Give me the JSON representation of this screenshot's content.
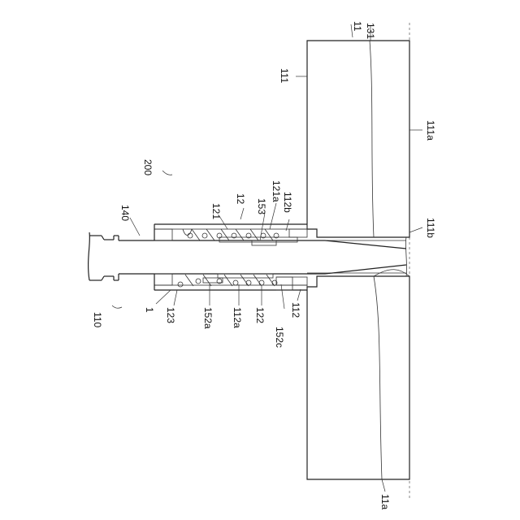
{
  "labels": {
    "l11": "11",
    "l131": "131",
    "l111": "111",
    "l111a": "111a",
    "l111b": "111b",
    "l11a_bottom": "11a",
    "l200": "200",
    "l140": "140",
    "l121": "121",
    "l12": "12",
    "l121a": "121a",
    "l153": "153",
    "l112b": "112b",
    "l110": "110",
    "l1": "1",
    "l123": "123",
    "l152a": "152a",
    "l112a": "112a",
    "l122": "122",
    "l152c": "152c",
    "l112": "112"
  }
}
